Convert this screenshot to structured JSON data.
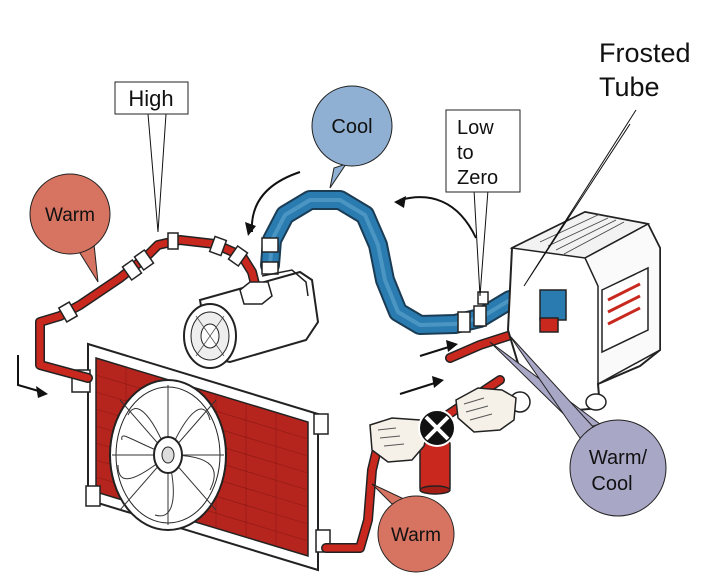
{
  "labels": {
    "frosted_tube": [
      "Frosted",
      "Tube"
    ],
    "high": "High",
    "low_to_zero": [
      "Low",
      "to",
      "Zero"
    ],
    "cool": "Cool",
    "warm_left": "Warm",
    "warm_bottom": "Warm",
    "warm_cool": [
      "Warm/",
      "Cool"
    ]
  },
  "colors": {
    "hot_line": "#c8281e",
    "cool_line": "#2a7cb0",
    "cool_bubble": "#8fb0d2",
    "warm_bubble": "#d67361",
    "warm_cool_bubble": "#a9a7c6",
    "condenser": "#b6251d"
  }
}
